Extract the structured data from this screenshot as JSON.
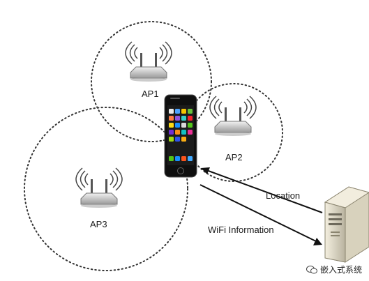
{
  "access_points": [
    {
      "label": "AP1"
    },
    {
      "label": "AP2"
    },
    {
      "label": "AP3"
    }
  ],
  "arrows": {
    "location_label": "Location",
    "wifi_label": "WiFi Information"
  },
  "watermark": {
    "text": "嵌入式系统"
  },
  "colors": {
    "circle": "#333333",
    "router_body": "#d9d9d9",
    "router_shadow": "#8c8c8c",
    "phone": "#111111",
    "server": "#e8e2cf"
  },
  "icons": [
    "router-icon",
    "smartphone-icon",
    "server-icon",
    "wechat-icon"
  ]
}
